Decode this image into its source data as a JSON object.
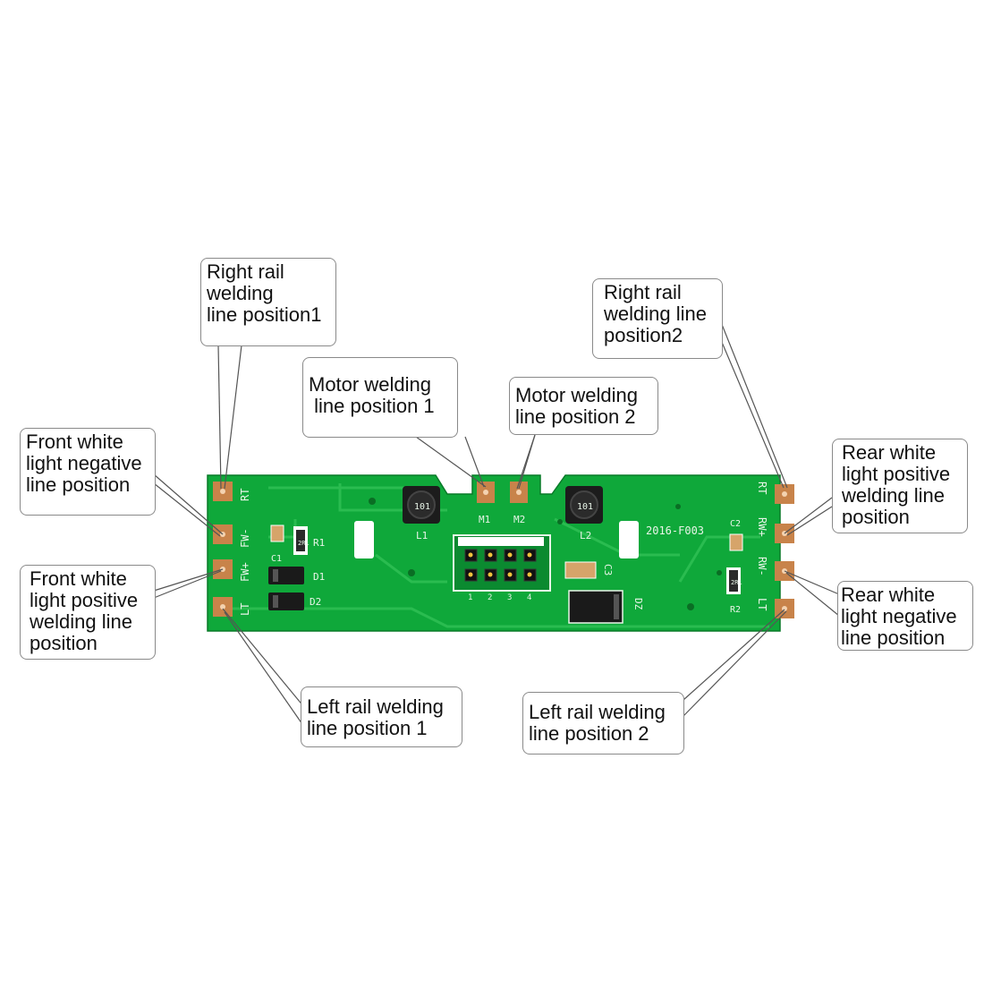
{
  "callouts": {
    "right_rail_1": [
      "Right rail",
      "welding",
      "line position1"
    ],
    "right_rail_2": [
      "Right rail",
      "welding line",
      "position2"
    ],
    "motor_1": [
      "Motor welding",
      " line position 1"
    ],
    "motor_2": [
      "Motor welding",
      "line position 2"
    ],
    "front_neg": [
      "Front white",
      "light negative",
      "line position"
    ],
    "front_pos": [
      "Front white",
      "light positive",
      "welding line",
      "position"
    ],
    "rear_pos": [
      "Rear white",
      "light positive",
      "welding line",
      "position"
    ],
    "rear_neg": [
      "Rear white",
      "light negative",
      "line position"
    ],
    "left_rail_1": [
      "Left rail welding",
      "line position 1"
    ],
    "left_rail_2": [
      "Left rail welding",
      "line position 2"
    ]
  },
  "board": {
    "left_pads": [
      "RT",
      "FW-",
      "FW+",
      "LT"
    ],
    "right_pads": [
      "RT",
      "RW+",
      "RW-",
      "LT"
    ],
    "motor_pads": [
      "M1",
      "M2"
    ],
    "components": {
      "r1": "R1",
      "r2": "R2",
      "c1": "C1",
      "c2": "C2",
      "c3": "C3",
      "d1": "D1",
      "d2": "D2",
      "dz": "DZ",
      "l1": "L1",
      "l2": "L2",
      "r1_code": "2R1",
      "r2_code": "2R1",
      "inductor_code": "101"
    },
    "part_number": "2016-F003",
    "connector_pins": [
      "1",
      "2",
      "3",
      "4"
    ],
    "colors": {
      "board": "#0fa83a",
      "pad": "#c8834a",
      "silkscreen": "#e8f5e8",
      "callout_border": "#8a8a8a"
    }
  }
}
